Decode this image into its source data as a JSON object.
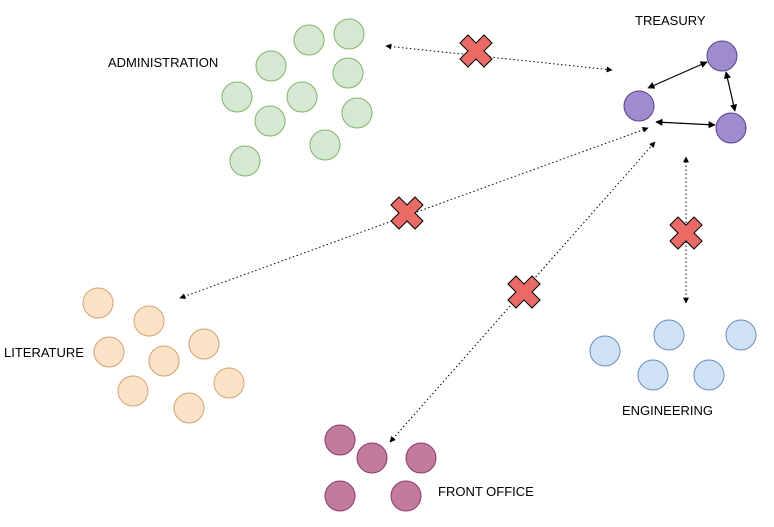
{
  "groups": {
    "administration": {
      "label": "ADMINISTRATION",
      "fill": "#d5e8d4",
      "stroke": "#82b366"
    },
    "treasury": {
      "label": "TREASURY",
      "fill": "#9e8cce",
      "stroke": "#56438c"
    },
    "literature": {
      "label": "LITERATURE",
      "fill": "#fce3c7",
      "stroke": "#d1a36e"
    },
    "front_office": {
      "label": "FRONT OFFICE",
      "fill": "#c27b9f",
      "stroke": "#8b3a63"
    },
    "engineering": {
      "label": "ENGINEERING",
      "fill": "#cfe1f4",
      "stroke": "#6c8ebf"
    }
  },
  "blocked_marker": {
    "fill": "#ea6b66",
    "stroke": "#000000"
  }
}
